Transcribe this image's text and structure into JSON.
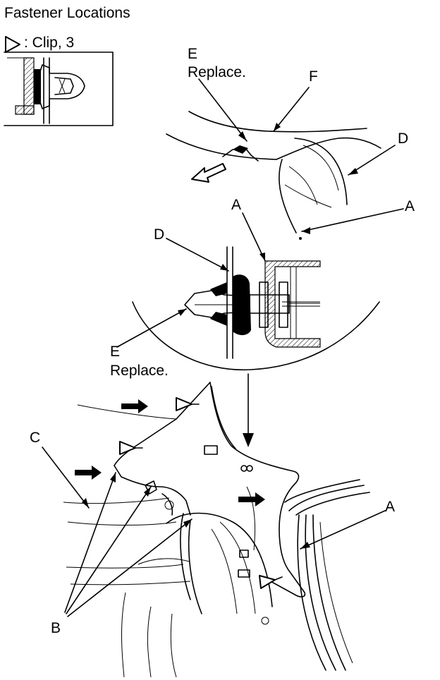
{
  "title": "Fastener Locations",
  "legend": ": Clip, 3",
  "legend_icon": "triangle-clip-icon",
  "callouts": {
    "e_top": "E",
    "e_top_note": "Replace.",
    "f": "F",
    "d_top": "D",
    "a_top": "A",
    "a_mid": "A",
    "d_mid": "D",
    "e_mid": "E",
    "e_mid_note": "Replace.",
    "c": "C",
    "a_bottom": "A",
    "b": "B"
  }
}
